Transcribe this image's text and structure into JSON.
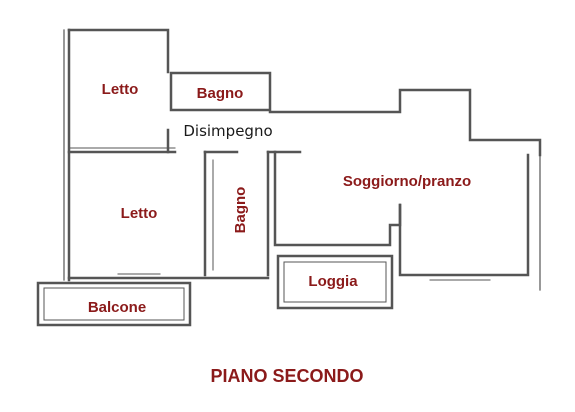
{
  "colors": {
    "wall": "#555555",
    "label": "#8b1a1a",
    "corridor_label": "#1a1a1a",
    "background": "#ffffff"
  },
  "rooms": {
    "letto_top": "Letto",
    "bagno_top": "Bagno",
    "disimpegno": "Disimpegno",
    "letto_bottom": "Letto",
    "bagno_vertical": "Bagno",
    "soggiorno": "Soggiorno/pranzo",
    "loggia": "Loggia",
    "balcone": "Balcone"
  },
  "title": "PIANO SECONDO"
}
